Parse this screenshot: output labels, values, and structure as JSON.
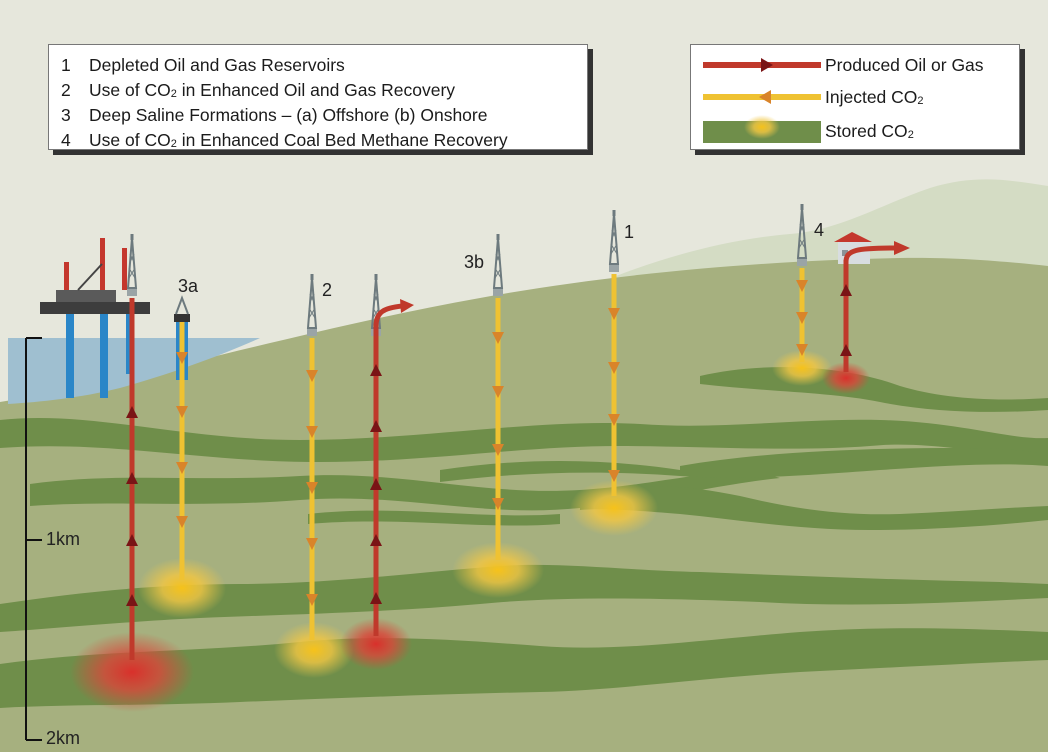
{
  "legend": {
    "items": [
      {
        "num": "1",
        "pre": "Depleted Oil and Gas Reservoirs",
        "sub": "",
        "post": ""
      },
      {
        "num": "2",
        "pre": "Use of CO",
        "sub": "2",
        "post": " in Enhanced Oil and Gas Recovery"
      },
      {
        "num": "3",
        "pre": "Deep Saline Formations – (a) Offshore  (b) Onshore",
        "sub": "",
        "post": ""
      },
      {
        "num": "4",
        "pre": "Use of CO",
        "sub": "2",
        "post": " in Enhanced Coal Bed Methane Recovery"
      }
    ]
  },
  "key": {
    "produced": {
      "label": "Produced Oil or Gas",
      "color": "#c0392b"
    },
    "injected": {
      "pre": "Injected CO",
      "sub": "2",
      "color": "#efc232"
    },
    "stored": {
      "pre": "Stored CO",
      "sub": "2",
      "color": "#6f8e4a"
    }
  },
  "labels": {
    "site_3a": "3a",
    "site_2": "2",
    "site_3b": "3b",
    "site_1": "1",
    "site_4": "4"
  },
  "depth_scale": {
    "mid": "1km",
    "bottom": "2km"
  },
  "colors": {
    "sky": "#e6e7dc",
    "hill": "#d4dcc4",
    "ground_light": "#a6b07f",
    "layer_dark": "#6f8e4a",
    "sea": "#9fbfd0",
    "produced": "#c0392b",
    "produced_arrow": "#7a1416",
    "injected": "#efc232",
    "injected_arrow": "#d9842a"
  }
}
